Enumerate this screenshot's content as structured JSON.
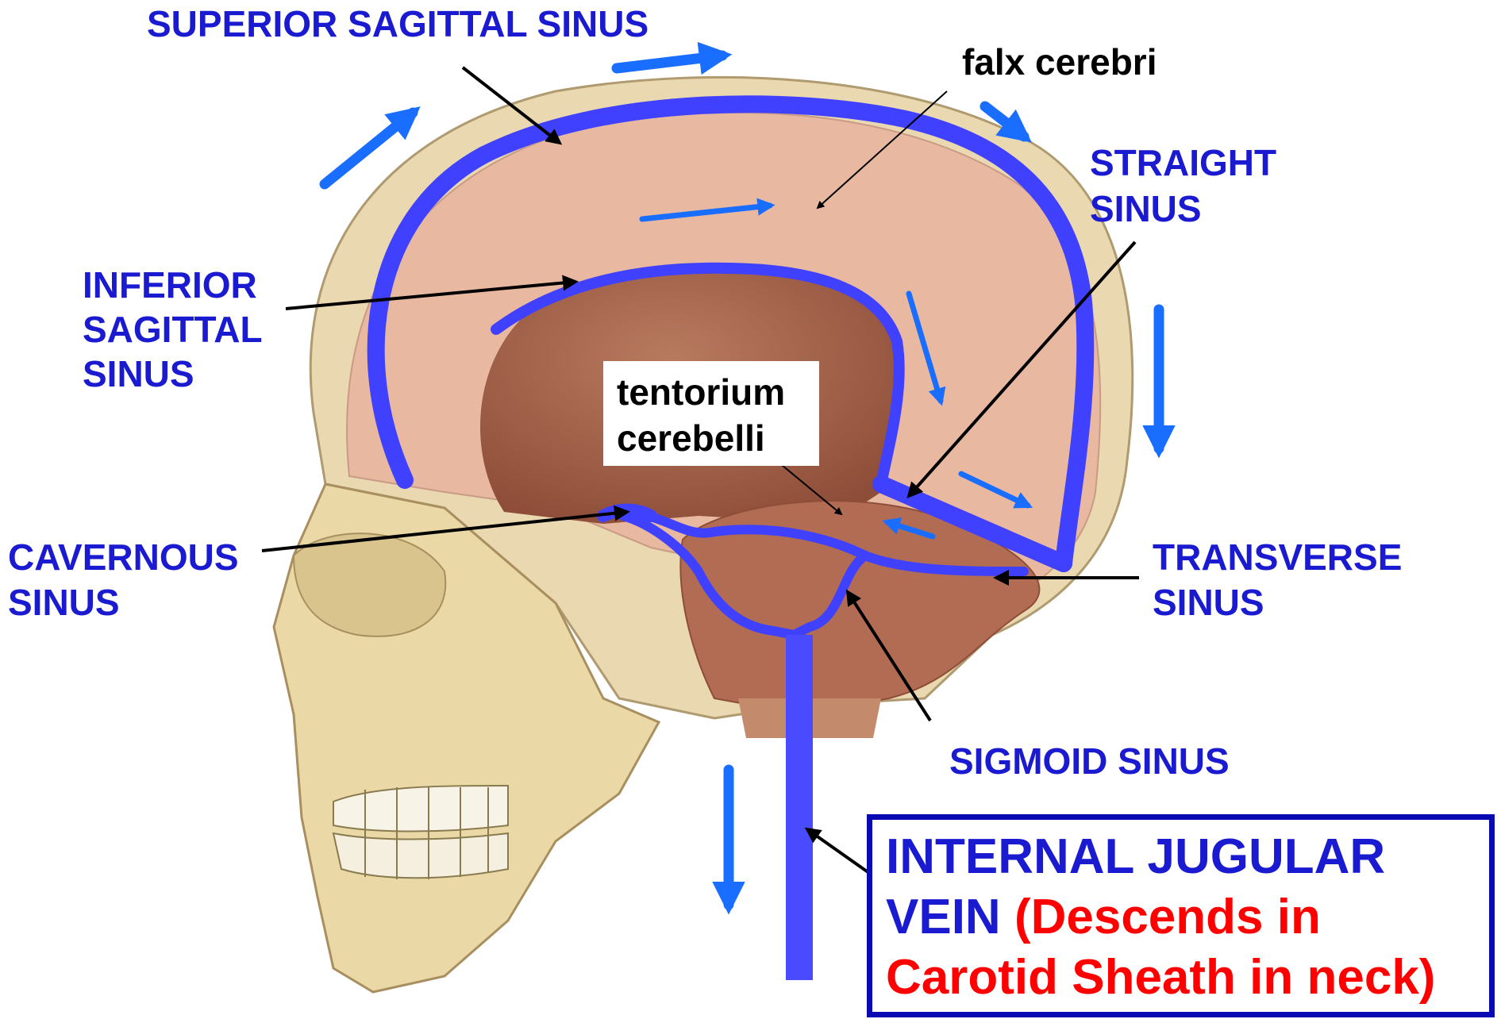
{
  "labels": {
    "superior_sagittal_sinus": "SUPERIOR SAGITTAL SINUS",
    "falx_cerebri": "falx  cerebri",
    "straight_sinus": [
      "STRAIGHT",
      "SINUS"
    ],
    "inferior_sagittal_sinus": [
      "INFERIOR",
      "SAGITTAL",
      "SINUS"
    ],
    "tentorium_cerebelli": [
      "tentorium",
      "cerebelli"
    ],
    "cavernous_sinus": [
      "CAVERNOUS",
      "SINUS"
    ],
    "transverse_sinus": [
      "TRANSVERSE",
      "SINUS"
    ],
    "sigmoid_sinus": "SIGMOID SINUS",
    "internal_jugular_vein": {
      "line1": "INTERNAL JUGULAR",
      "line2_blue": "VEIN ",
      "line2_red": "(Descends in",
      "line3_red": "Carotid Sheath in neck)"
    }
  },
  "colors": {
    "label_blue": "#1a1ad0",
    "annotation_red": "#ff0000",
    "sinus_blue": "#4040ff",
    "flow_arrow_blue": "#1a6eff",
    "box_border": "#0a0ab4",
    "bone": "#eadcb0",
    "dura": "#e8b9a0",
    "brain_cavity": "#a9644c"
  }
}
